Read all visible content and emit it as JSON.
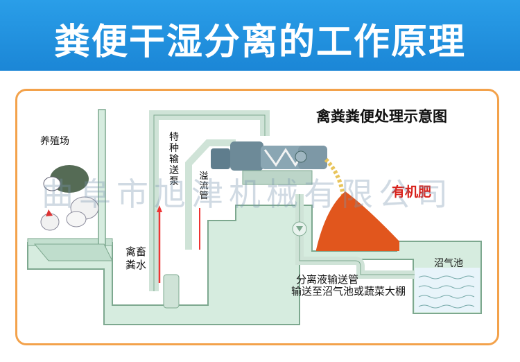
{
  "banner": {
    "title": "粪便干湿分离的工作原理"
  },
  "diagram": {
    "title": "禽粪粪便处理示意图",
    "labels": {
      "farm": "养殖场",
      "manure_water": "禽畜粪水",
      "pump": "特种输送泵",
      "overflow": "溢流管",
      "fertilizer": "有机肥",
      "biogas_pool": "沼气池",
      "pipe_line1": "分离液输送管",
      "pipe_line2": "输送至沼气池或蔬菜大棚"
    },
    "watermark": "曲阜市旭津机械有限公司"
  },
  "colors": {
    "banner": "#1b86d6",
    "frame": "#f3a24b",
    "ground": "#d4ebde",
    "ground_edge": "#7da88f",
    "fertilizer": "#e1561d",
    "fertilizer_label": "#d8201a",
    "water": "#e8f4fa",
    "machine": "#6d8a98"
  }
}
